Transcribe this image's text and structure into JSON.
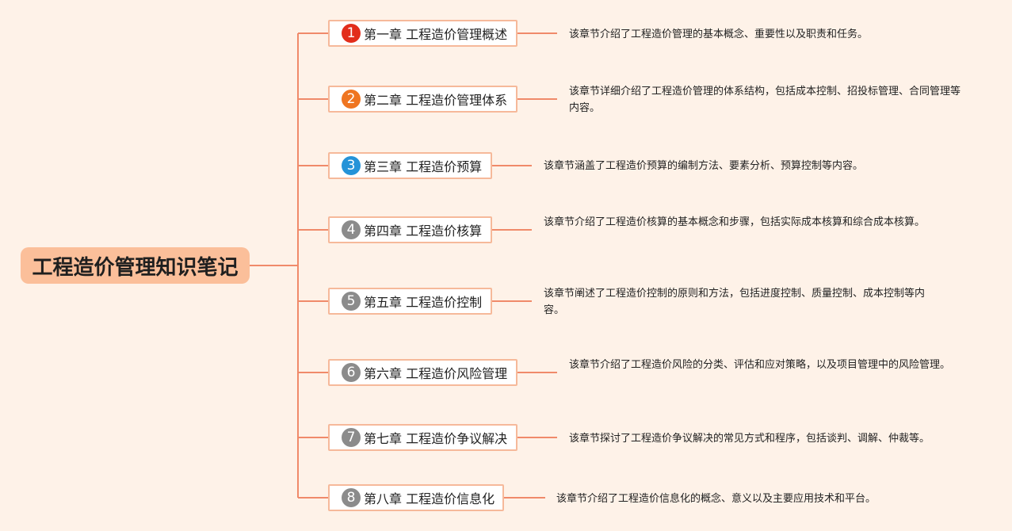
{
  "title": "工程造价管理知识笔记",
  "colors": {
    "background": "#fef2e8",
    "root_fill": "#fbbf9a",
    "connector": "#f08a6a",
    "node_border": "#f6b99a"
  },
  "chapters": [
    {
      "number": "1",
      "badge_color": "#e22d1b",
      "title": "第一章 工程造价管理概述",
      "description": "该章节介绍了工程造价管理的基本概念、重要性以及职责和任务。"
    },
    {
      "number": "2",
      "badge_color": "#ef7521",
      "title": "第二章 工程造价管理体系",
      "description": "该章节详细介绍了工程造价管理的体系结构，包括成本控制、招投标管理、合同管理等内容。"
    },
    {
      "number": "3",
      "badge_color": "#2593d8",
      "title": "第三章 工程造价预算",
      "description": "该章节涵盖了工程造价预算的编制方法、要素分析、预算控制等内容。"
    },
    {
      "number": "4",
      "badge_color": "#8b8b8b",
      "title": "第四章 工程造价核算",
      "description": "该章节介绍了工程造价核算的基本概念和步骤，包括实际成本核算和综合成本核算。"
    },
    {
      "number": "5",
      "badge_color": "#8b8b8b",
      "title": "第五章 工程造价控制",
      "description": "该章节阐述了工程造价控制的原则和方法，包括进度控制、质量控制、成本控制等内容。"
    },
    {
      "number": "6",
      "badge_color": "#8b8b8b",
      "title": "第六章 工程造价风险管理",
      "description": "该章节介绍了工程造价风险的分类、评估和应对策略，以及项目管理中的风险管理。"
    },
    {
      "number": "7",
      "badge_color": "#8b8b8b",
      "title": "第七章 工程造价争议解决",
      "description": "该章节探讨了工程造价争议解决的常见方式和程序，包括谈判、调解、仲裁等。"
    },
    {
      "number": "8",
      "badge_color": "#8b8b8b",
      "title": "第八章 工程造价信息化",
      "description": "该章节介绍了工程造价信息化的概念、意义以及主要应用技术和平台。"
    }
  ]
}
